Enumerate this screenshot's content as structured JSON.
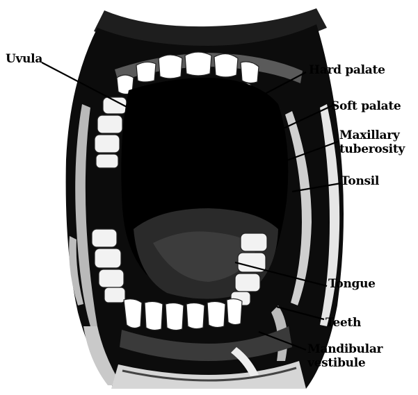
{
  "diagram": {
    "labels": {
      "uvula": "Uvula",
      "hard_palate": "Hard palate",
      "soft_palate": "Soft palate",
      "maxillary_tuberosity_line1": "Maxillary",
      "maxillary_tuberosity_line2": "tuberosity",
      "tonsil": "Tonsil",
      "tongue": "Tongue",
      "teeth": "Teeth",
      "mandibular_vestibule_line1": "Mandibular",
      "mandibular_vestibule_line2": "vestibule"
    }
  }
}
